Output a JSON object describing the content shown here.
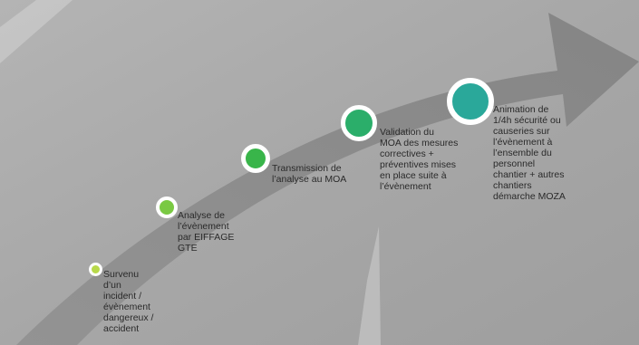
{
  "colors": {
    "background": "#a9a9a9",
    "arrow": "#8a8a8a",
    "node_border": "#ffffff",
    "text": "#2a2a2a"
  },
  "steps": [
    {
      "lines": [
        "Survenu",
        "d’un",
        "incident /",
        "évènement",
        "dangereux /",
        "accident"
      ],
      "color": "#b8d94a"
    },
    {
      "lines": [
        "Analyse de",
        "l’évènement",
        "par EIFFAGE",
        "GTE"
      ],
      "color": "#7ac943"
    },
    {
      "lines": [
        "Transmission de",
        "l’analyse au MOA"
      ],
      "color": "#39b54a"
    },
    {
      "lines": [
        "Validation du",
        "MOA des mesures",
        "correctives +",
        "préventives mises",
        "en place suite à",
        "l’évènement"
      ],
      "color": "#2bae6a"
    },
    {
      "lines": [
        "Animation de",
        "1/4h sécurité ou",
        "causeries sur",
        "l’évènement à",
        "l’ensemble du",
        "personnel",
        "chantier + autres",
        "chantiers",
        "démarche MOZA"
      ],
      "color": "#2aa89a"
    }
  ]
}
